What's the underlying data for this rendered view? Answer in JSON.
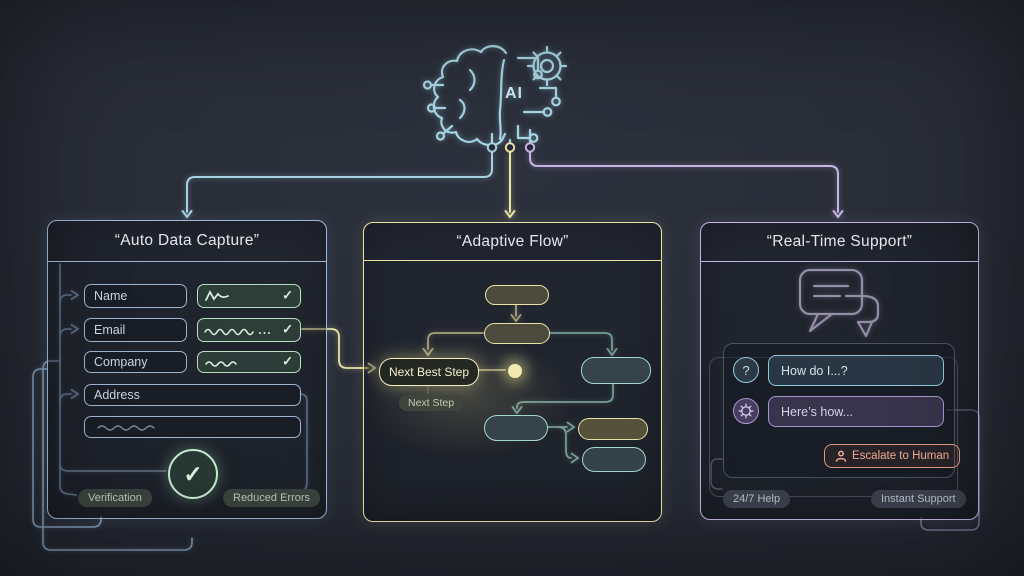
{
  "ai": {
    "label": "AI"
  },
  "colors": {
    "accent_cyan": "#a8d2e2",
    "accent_yellow": "#e8e3a6",
    "accent_purple": "#c6b5e4",
    "accent_teal": "#a5d8cc",
    "accent_steel": "#9cb6d4",
    "accent_green": "#b7dfc2",
    "accent_orange": "#dd9a82"
  },
  "panel1": {
    "title": "“Auto Data Capture”",
    "fields": [
      {
        "label": "Name",
        "captured": true
      },
      {
        "label": "Email",
        "captured": true
      },
      {
        "label": "Company",
        "captured": true
      },
      {
        "label": "Address",
        "captured": false
      }
    ],
    "check_icon": "✓",
    "tags": [
      "Verification",
      "Reduced Errors"
    ]
  },
  "panel2": {
    "title": "“Adaptive Flow”",
    "highlight_node": "Next Best Step",
    "tag": "Next Step"
  },
  "panel3": {
    "title": "“Real-Time Support”",
    "messages": [
      {
        "icon": "question-icon",
        "text": "How do I...?"
      },
      {
        "icon": "bot-gear-icon",
        "text": "Here’s how..."
      }
    ],
    "escalate_button": "Escalate to Human",
    "tags": [
      "24/7 Help",
      "Instant Support"
    ],
    "question_glyph": "?"
  }
}
